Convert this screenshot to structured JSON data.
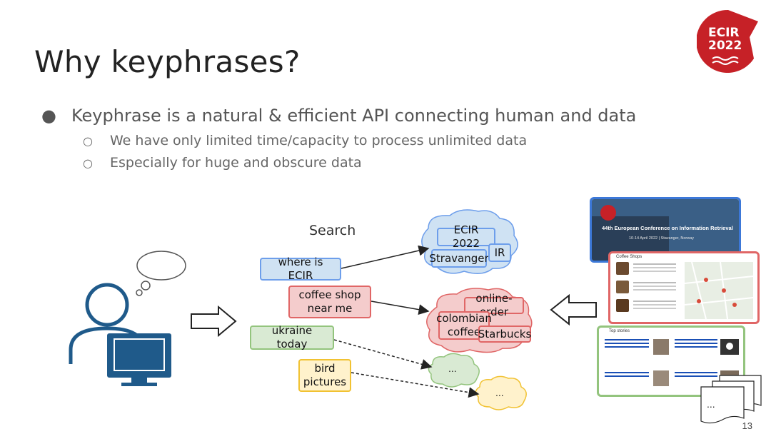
{
  "slide": {
    "title": "Why keyphrases?",
    "bullet_main": "Keyphrase is a natural & efficient API connecting human and data",
    "sub_bullets": [
      "We have only limited time/capacity to process unlimited data",
      "Especially for huge and obscure data"
    ],
    "page_number": "13"
  },
  "logo": {
    "line1": "ECIR",
    "line2": "2022",
    "color": "#c62127"
  },
  "diagram": {
    "search_label": "Search",
    "queries": [
      {
        "text": "where is ECIR"
      },
      {
        "text": "coffee shop near me"
      },
      {
        "text": "ukraine today"
      },
      {
        "text": "bird pictures"
      }
    ],
    "cloud_blue_labels": [
      "ECIR 2022",
      "Stravanger",
      "IR"
    ],
    "cloud_red_labels": [
      "online-order",
      "colombian coffee",
      "Starbucks"
    ],
    "cloud_green_label": "...",
    "cloud_yellow_label": "...",
    "stack_label": "...",
    "icons": [
      "person-icon",
      "monitor-icon",
      "thought-bubble-icon",
      "right-arrow-icon",
      "left-arrow-icon"
    ]
  },
  "thumbnails": {
    "ecir_site": {
      "title": "44th European Conference on Information Retrieval",
      "subtitle": "10-14 April 2022 | Stavanger, Norway"
    },
    "coffee_map": {
      "heading": "Coffee Shops"
    },
    "news": {
      "heading": "Top stories"
    }
  }
}
